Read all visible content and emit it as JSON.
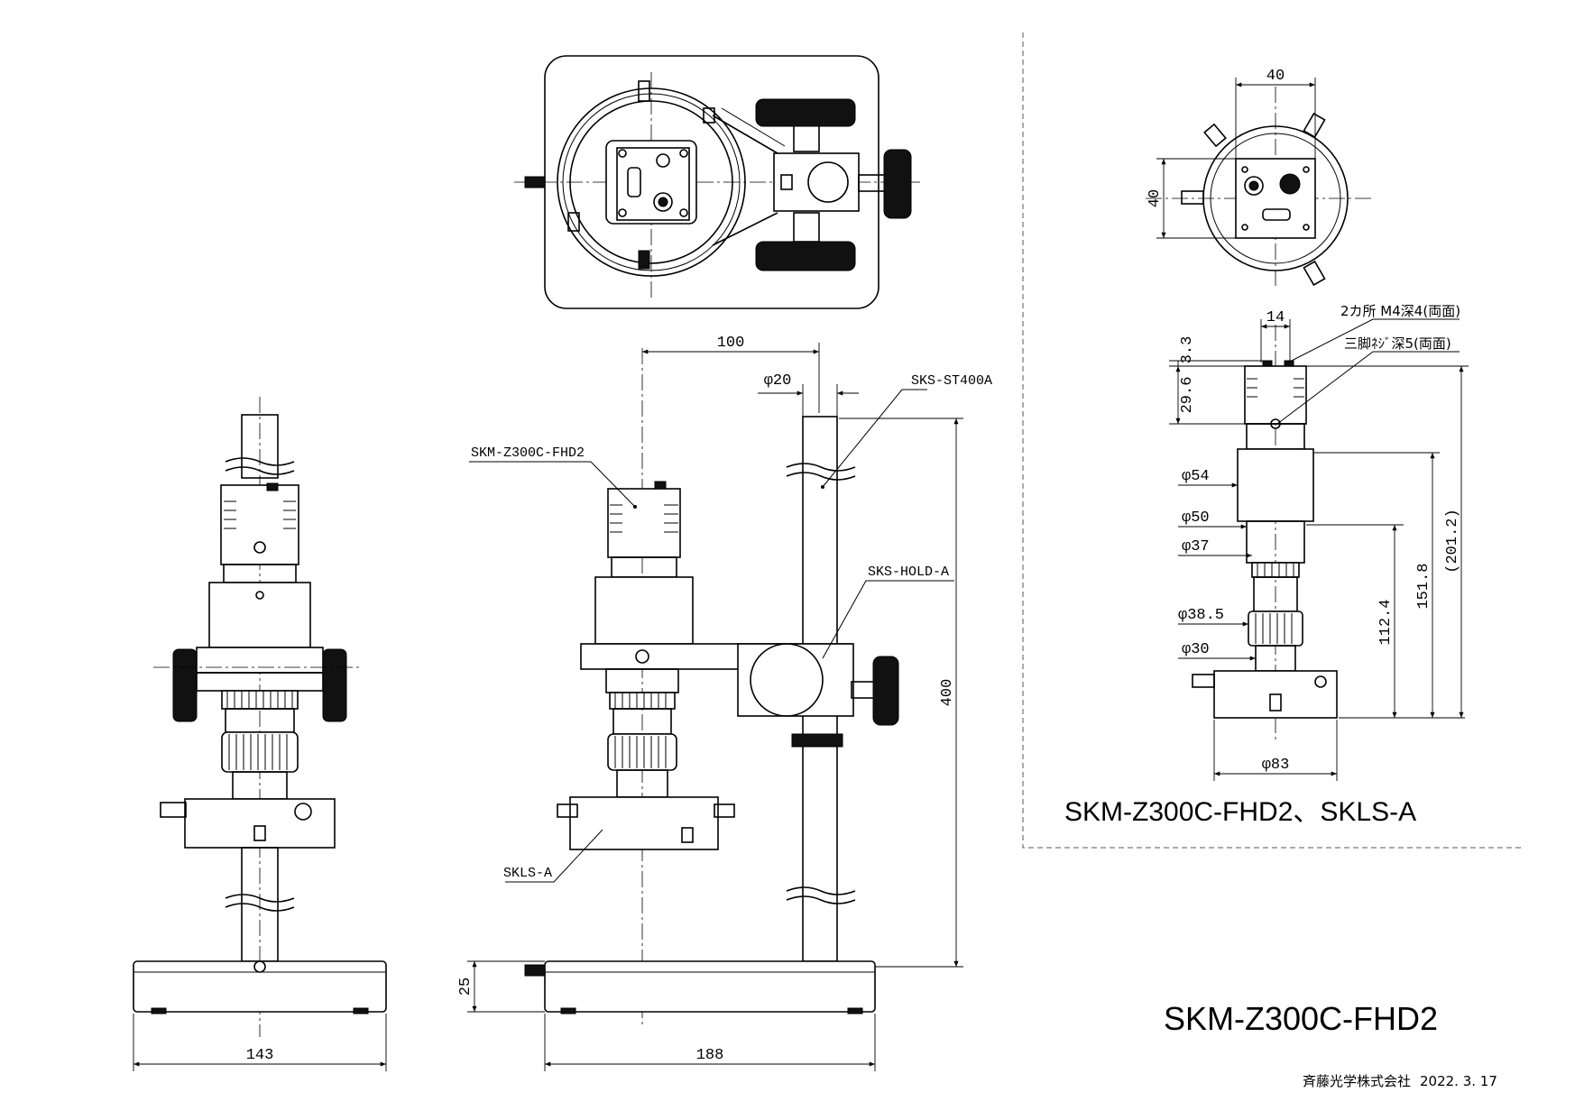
{
  "labels": {
    "camera": "SKM-Z300C-FHD2",
    "stand": "SKS-ST400A",
    "holder": "SKS-HOLD-A",
    "light": "SKLS-A"
  },
  "dimensions": {
    "arm_reach": "100",
    "column_dia": "φ20",
    "total_height": "400",
    "base_thickness": "25",
    "base_width_front": "143",
    "base_depth_side": "188",
    "cam_width": "40",
    "cam_height": "40",
    "hole_pitch": "14",
    "d33": "3.3",
    "d296": "29.6",
    "dia54": "φ54",
    "dia50": "φ50",
    "dia37": "φ37",
    "dia385": "φ38.5",
    "dia30": "φ30",
    "dia83": "φ83",
    "h1124": "112.4",
    "h1518": "151.8",
    "h2012": "(201.2)"
  },
  "notes": {
    "tapped_holes": "2カ所 M4深4(両面)",
    "tripod_screw": "三脚ﾈｼﾞ深5(両面)"
  },
  "inset_title": "SKM-Z300C-FHD2、SKLS-A",
  "main_title": "SKM-Z300C-FHD2",
  "footer": {
    "company": "斉藤光学株式会社",
    "date": "2022. 3. 17"
  }
}
